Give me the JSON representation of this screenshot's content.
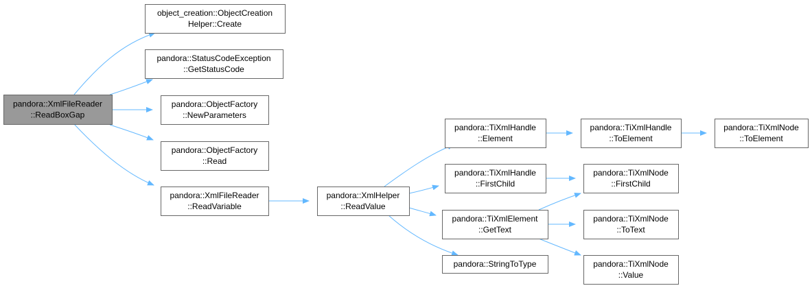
{
  "graph": {
    "colors": {
      "edge": "#63b8ff",
      "node_fill": "#ffffff",
      "node_border": "#666666",
      "root_fill": "#999999",
      "text": "#000000"
    },
    "nodes": [
      {
        "id": "readboxgap",
        "lines": [
          "pandora::XmlFileReader",
          "::ReadBoxGap"
        ],
        "root": true
      },
      {
        "id": "objectcreationhelper-create",
        "lines": [
          "object_creation::ObjectCreation",
          "Helper::Create"
        ]
      },
      {
        "id": "getstatuscode",
        "lines": [
          "pandora::StatusCodeException",
          "::GetStatusCode"
        ]
      },
      {
        "id": "newparameters",
        "lines": [
          "pandora::ObjectFactory",
          "::NewParameters"
        ]
      },
      {
        "id": "objectfactory-read",
        "lines": [
          "pandora::ObjectFactory",
          "::Read"
        ]
      },
      {
        "id": "readvariable",
        "lines": [
          "pandora::XmlFileReader",
          "::ReadVariable"
        ]
      },
      {
        "id": "readvalue",
        "lines": [
          "pandora::XmlHelper",
          "::ReadValue"
        ]
      },
      {
        "id": "handle-element",
        "lines": [
          "pandora::TiXmlHandle",
          "::Element"
        ]
      },
      {
        "id": "handle-firstchild",
        "lines": [
          "pandora::TiXmlHandle",
          "::FirstChild"
        ]
      },
      {
        "id": "element-gettext",
        "lines": [
          "pandora::TiXmlElement",
          "::GetText"
        ]
      },
      {
        "id": "stringtotype",
        "lines": [
          "pandora::StringToType"
        ]
      },
      {
        "id": "handle-toelement",
        "lines": [
          "pandora::TiXmlHandle",
          "::ToElement"
        ]
      },
      {
        "id": "node-firstchild",
        "lines": [
          "pandora::TiXmlNode",
          "::FirstChild"
        ]
      },
      {
        "id": "node-totext",
        "lines": [
          "pandora::TiXmlNode",
          "::ToText"
        ]
      },
      {
        "id": "node-value",
        "lines": [
          "pandora::TiXmlNode",
          "::Value"
        ]
      },
      {
        "id": "node-toelement",
        "lines": [
          "pandora::TiXmlNode",
          "::ToElement"
        ]
      }
    ],
    "edges": [
      {
        "from": "readboxgap",
        "to": "objectcreationhelper-create"
      },
      {
        "from": "readboxgap",
        "to": "getstatuscode"
      },
      {
        "from": "readboxgap",
        "to": "newparameters"
      },
      {
        "from": "readboxgap",
        "to": "objectfactory-read"
      },
      {
        "from": "readboxgap",
        "to": "readvariable"
      },
      {
        "from": "readvariable",
        "to": "readvalue"
      },
      {
        "from": "readvalue",
        "to": "handle-element"
      },
      {
        "from": "readvalue",
        "to": "handle-firstchild"
      },
      {
        "from": "readvalue",
        "to": "element-gettext"
      },
      {
        "from": "readvalue",
        "to": "stringtotype"
      },
      {
        "from": "handle-element",
        "to": "handle-toelement"
      },
      {
        "from": "handle-toelement",
        "to": "node-toelement"
      },
      {
        "from": "handle-firstchild",
        "to": "node-firstchild"
      },
      {
        "from": "element-gettext",
        "to": "node-firstchild"
      },
      {
        "from": "element-gettext",
        "to": "node-totext"
      },
      {
        "from": "element-gettext",
        "to": "node-value"
      }
    ]
  }
}
